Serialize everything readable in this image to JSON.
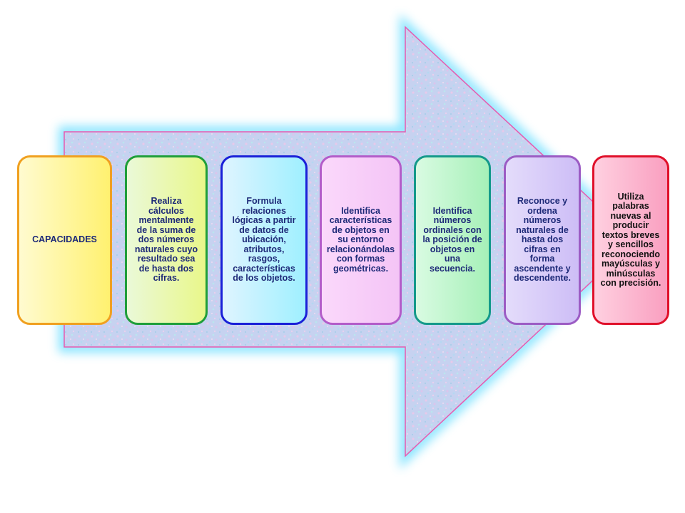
{
  "diagram": {
    "colors": {
      "arrow_fill": "#c9d6f2",
      "arrow_outline": "#e65bb0",
      "arrow_glow": "#8fe6ff"
    },
    "cards": [
      {
        "label": "CAPACIDADES",
        "border": "#f0a020"
      },
      {
        "label": "Realiza cálculos mentalmente de la suma de dos números naturales cuyo resultado sea de hasta dos cifras.",
        "border": "#1f9e3a"
      },
      {
        "label": "Formula relaciones lógicas a partir de datos de ubicación, atributos, rasgos, características de los objetos.",
        "border": "#1a20d8"
      },
      {
        "label": "Identifica características de objetos en su entorno relacionándolas con formas geométricas.",
        "border": "#b35cc9"
      },
      {
        "label": "Identifica números ordinales con la posición de objetos en una secuencia.",
        "border": "#14998a"
      },
      {
        "label": "Reconoce y ordena números naturales de hasta dos cifras en forma ascendente y descendente.",
        "border": "#9c5cc4"
      },
      {
        "label": "Utiliza palabras nuevas al producir textos breves y sencillos reconociendo mayúsculas y minúsculas con precisión.",
        "border": "#e0102a"
      }
    ]
  }
}
